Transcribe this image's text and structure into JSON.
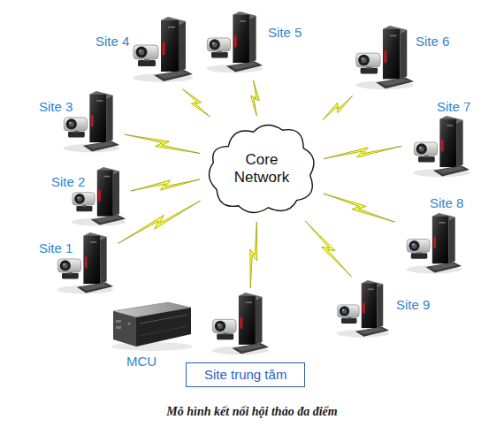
{
  "diagram": {
    "caption": "Mô hình kết nối hội thảo đa điểm",
    "nodes": [
      {
        "text": [
          "Site 4"
        ]
      },
      {
        "text": [
          "Site 5"
        ]
      },
      {
        "text": [
          "Site 6"
        ]
      },
      {
        "text": [
          "Site 3"
        ]
      },
      {
        "text": [
          "Site 7"
        ]
      },
      {
        "text": [
          "Core Network"
        ]
      },
      {
        "text": [
          "Site 2"
        ]
      },
      {
        "text": [
          "Site 8"
        ]
      },
      {
        "text": [
          "Site 1"
        ]
      },
      {
        "text": [
          "Site 9"
        ]
      },
      {
        "text": [
          "MCU"
        ]
      },
      {
        "text": [
          "Site trung tâm"
        ]
      }
    ],
    "edges": [
      {
        "from": 5,
        "to": 0,
        "arrow": "none"
      },
      {
        "from": 5,
        "to": 1,
        "arrow": "none"
      },
      {
        "from": 5,
        "to": 2,
        "arrow": "none"
      },
      {
        "from": 5,
        "to": 3,
        "arrow": "none"
      },
      {
        "from": 5,
        "to": 4,
        "arrow": "none"
      },
      {
        "from": 5,
        "to": 6,
        "arrow": "none"
      },
      {
        "from": 5,
        "to": 7,
        "arrow": "none"
      },
      {
        "from": 5,
        "to": 8,
        "arrow": "none"
      },
      {
        "from": 5,
        "to": 9,
        "arrow": "none"
      },
      {
        "from": 5,
        "to": 11,
        "arrow": "none"
      }
    ]
  }
}
